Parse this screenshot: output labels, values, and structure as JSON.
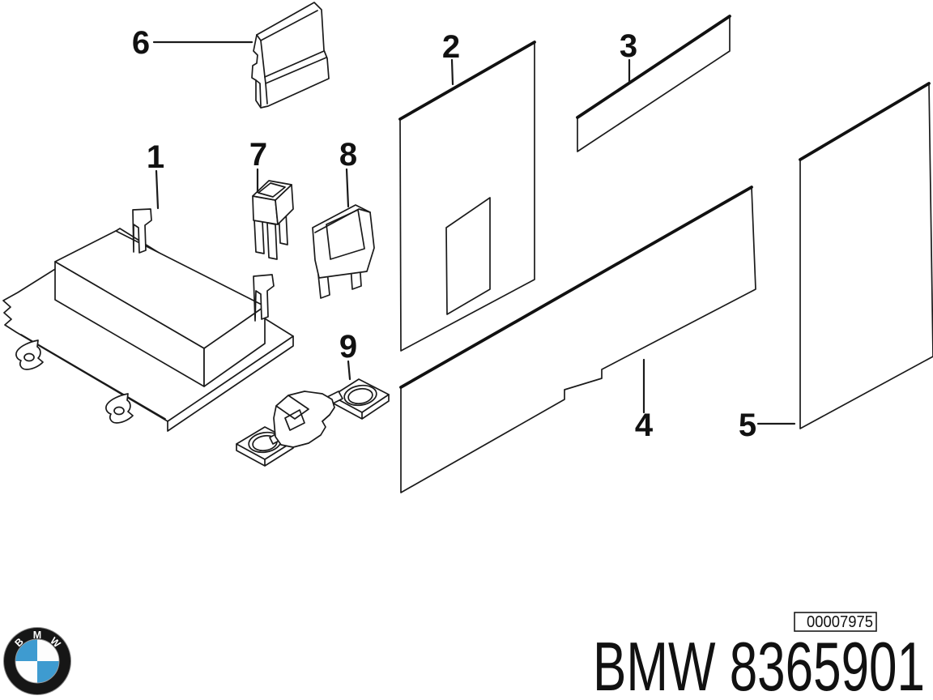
{
  "callouts": [
    {
      "label": "1"
    },
    {
      "label": "2"
    },
    {
      "label": "3"
    },
    {
      "label": "4"
    },
    {
      "label": "5"
    },
    {
      "label": "6"
    },
    {
      "label": "7"
    },
    {
      "label": "8"
    },
    {
      "label": "9"
    }
  ],
  "stamp": {
    "number": "00007975"
  },
  "footer": {
    "part_number": "BMW 8365901"
  },
  "logo": {
    "letters": [
      "B",
      "M",
      "W"
    ],
    "blue": "#3e9bd0",
    "ring": "#161616"
  },
  "colors": {
    "line": "#1a1a1a",
    "background": "#ffffff"
  }
}
